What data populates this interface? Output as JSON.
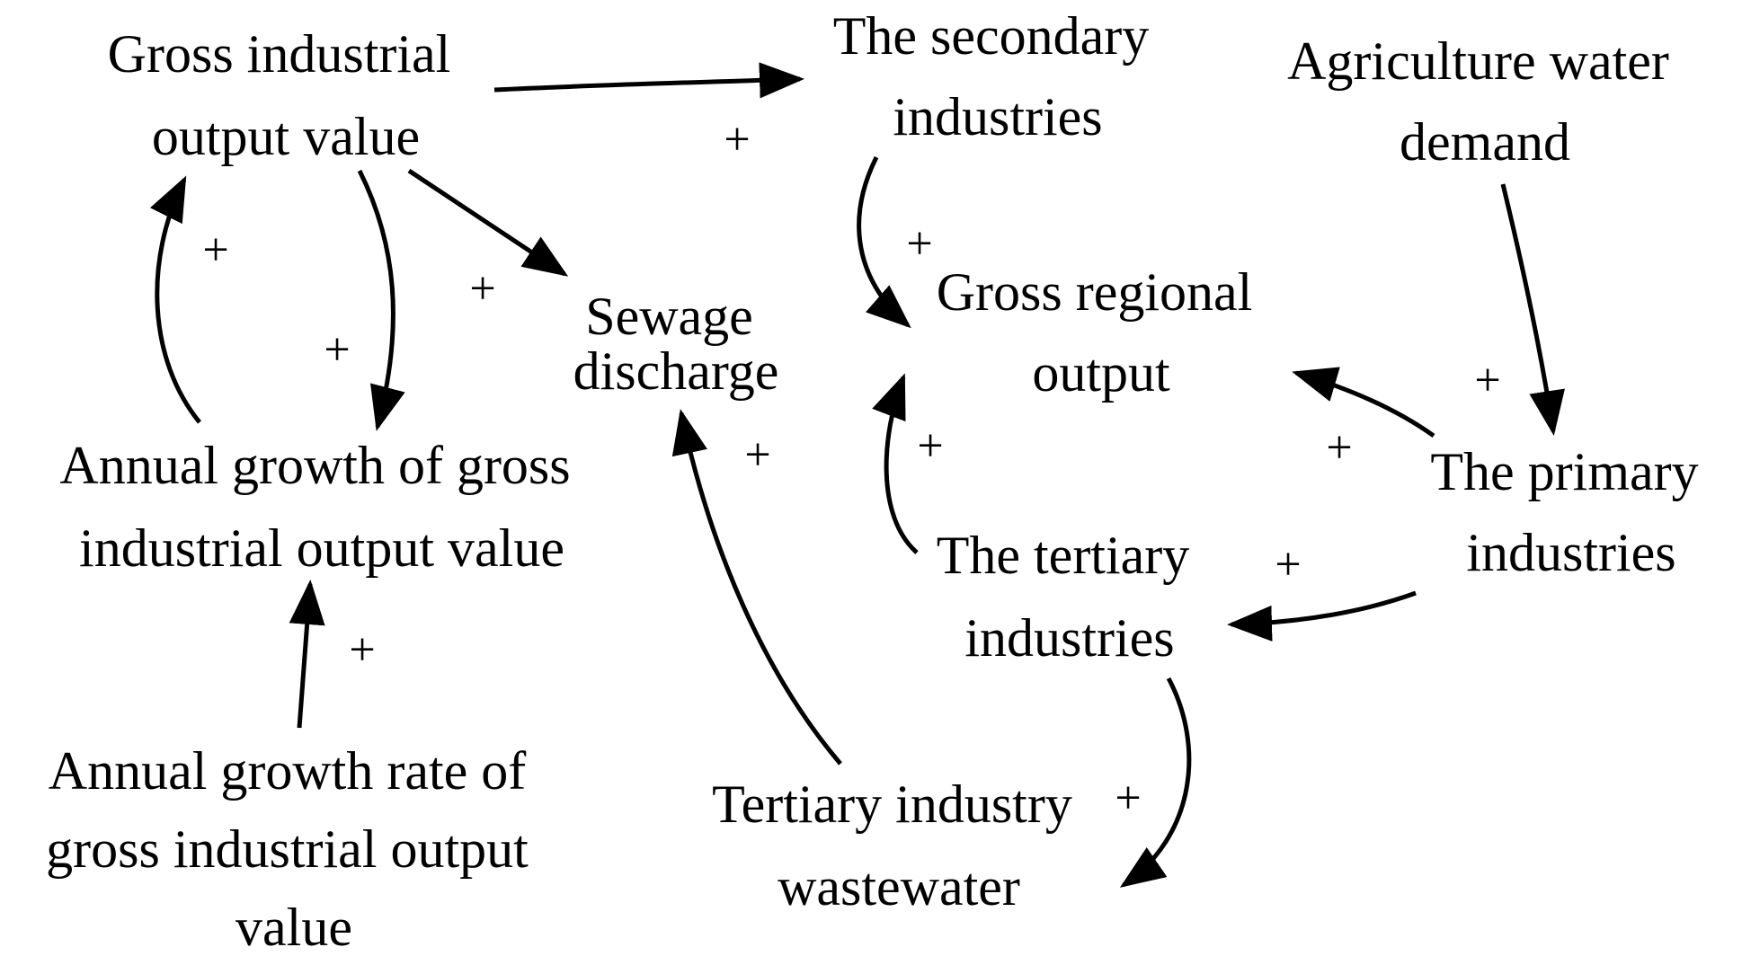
{
  "nodes": {
    "gross_industrial_output_value": [
      "Gross industrial",
      "output value"
    ],
    "the_secondary_industries": [
      "The secondary",
      "industries"
    ],
    "agriculture_water_demand": [
      "Agriculture water",
      "demand"
    ],
    "sewage_discharge": [
      "Sewage",
      "discharge"
    ],
    "gross_regional_output": [
      "Gross regional",
      "output"
    ],
    "annual_growth_of_gross_industrial_output_value": [
      "Annual growth of gross",
      "industrial output value"
    ],
    "the_primary_industries": [
      "The primary",
      "industries"
    ],
    "the_tertiary_industries": [
      "The tertiary",
      "industries"
    ],
    "annual_growth_rate_of_gross_industrial_output_value": [
      "Annual growth rate of",
      "gross industrial output",
      "value"
    ],
    "tertiary_industry_wastewater": [
      "Tertiary industry",
      "wastewater"
    ]
  },
  "edges": [
    {
      "from": "gross_industrial_output_value",
      "to": "the_secondary_industries",
      "polarity": "+"
    },
    {
      "from": "gross_industrial_output_value",
      "to": "sewage_discharge",
      "polarity": "+"
    },
    {
      "from": "gross_industrial_output_value",
      "to": "annual_growth_of_gross_industrial_output_value",
      "polarity": "+"
    },
    {
      "from": "annual_growth_of_gross_industrial_output_value",
      "to": "gross_industrial_output_value",
      "polarity": "+"
    },
    {
      "from": "annual_growth_rate_of_gross_industrial_output_value",
      "to": "annual_growth_of_gross_industrial_output_value",
      "polarity": "+"
    },
    {
      "from": "the_secondary_industries",
      "to": "gross_regional_output",
      "polarity": "+"
    },
    {
      "from": "agriculture_water_demand",
      "to": "the_primary_industries",
      "polarity": "+"
    },
    {
      "from": "the_primary_industries",
      "to": "gross_regional_output",
      "polarity": "+"
    },
    {
      "from": "the_primary_industries",
      "to": "the_tertiary_industries",
      "polarity": "+"
    },
    {
      "from": "the_tertiary_industries",
      "to": "gross_regional_output",
      "polarity": "+"
    },
    {
      "from": "the_tertiary_industries",
      "to": "tertiary_industry_wastewater",
      "polarity": "+"
    },
    {
      "from": "tertiary_industry_wastewater",
      "to": "sewage_discharge",
      "polarity": "+"
    }
  ]
}
